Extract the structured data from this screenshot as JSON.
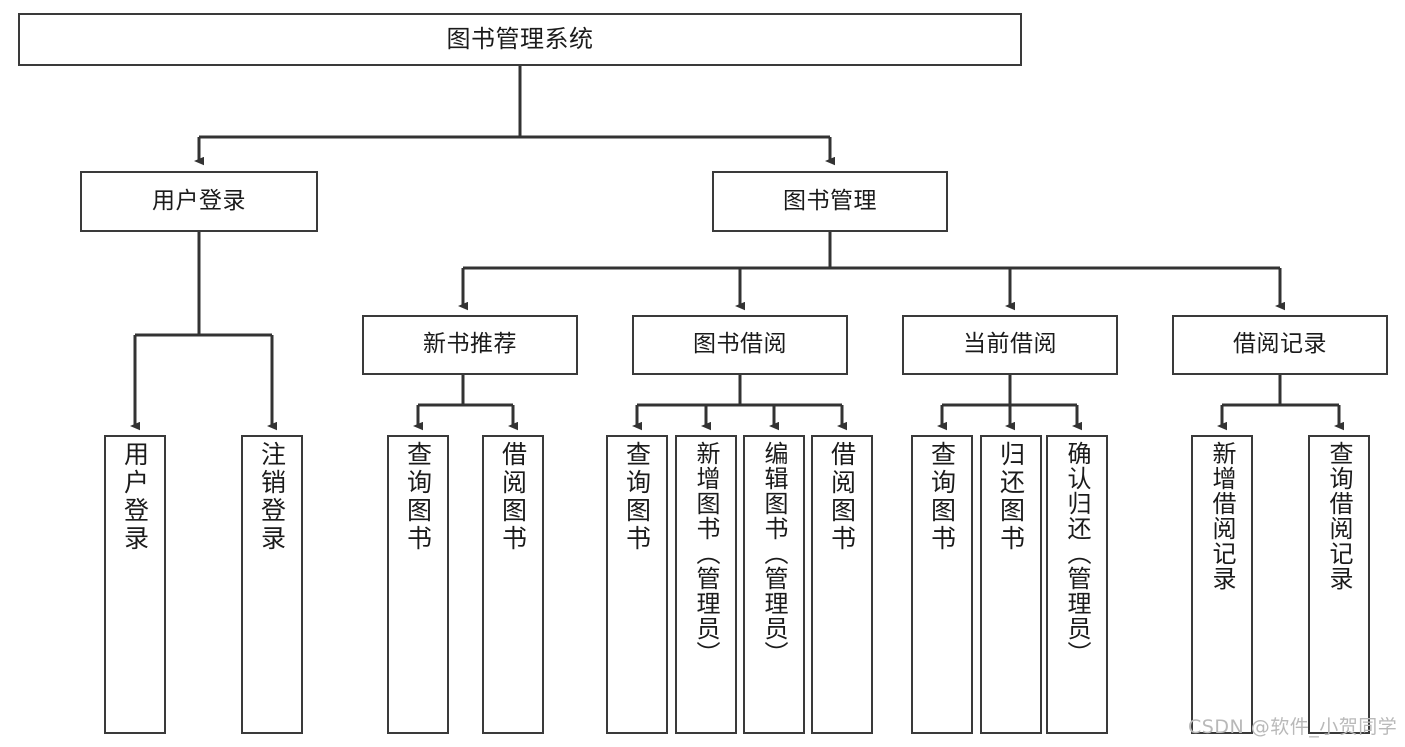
{
  "diagram": {
    "title": "图书管理系统",
    "type": "tree-hierarchy",
    "watermark": "CSDN @软件_小贺同学",
    "colors": {
      "box_border": "#3a3a3a",
      "box_fill": "#ffffff",
      "connector": "#333333",
      "text": "#1b1b1b",
      "watermark": "#b9b9b9"
    },
    "root": {
      "label": "图书管理系统"
    },
    "level1": [
      {
        "label": "用户登录"
      },
      {
        "label": "图书管理"
      }
    ],
    "level2": [
      {
        "label": "新书推荐"
      },
      {
        "label": "图书借阅"
      },
      {
        "label": "当前借阅"
      },
      {
        "label": "借阅记录"
      }
    ],
    "leaves": {
      "user_login": [
        {
          "label": "用户登录"
        },
        {
          "label": "注销登录"
        }
      ],
      "new_book_recommend": [
        {
          "label": "查询图书"
        },
        {
          "label": "借阅图书"
        }
      ],
      "book_borrow": [
        {
          "label": "查询图书"
        },
        {
          "label": "新增图书（管理员）"
        },
        {
          "label": "编辑图书（管理员）"
        },
        {
          "label": "借阅图书"
        }
      ],
      "current_borrow": [
        {
          "label": "查询图书"
        },
        {
          "label": "归还图书"
        },
        {
          "label": "确认归还（管理员）"
        }
      ],
      "borrow_record": [
        {
          "label": "新增借阅记录"
        },
        {
          "label": "查询借阅记录"
        }
      ]
    }
  }
}
